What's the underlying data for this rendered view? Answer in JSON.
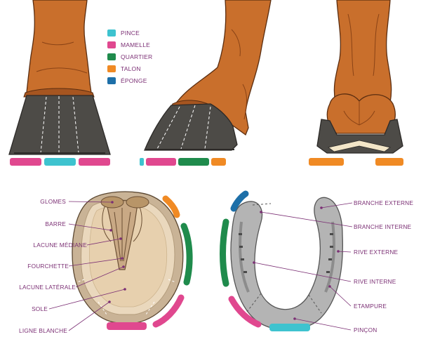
{
  "legend": [
    {
      "label": "PINCE",
      "color": "#3ec3cf"
    },
    {
      "label": "MAMELLE",
      "color": "#e0488f"
    },
    {
      "label": "QUARTIER",
      "color": "#1f8b4c"
    },
    {
      "label": "TALON",
      "color": "#f08a24"
    },
    {
      "label": "ÉPONGE",
      "color": "#1d6fa8"
    }
  ],
  "sole_labels": {
    "glomes": "GLOMES",
    "barre": "BARRE",
    "lacune_mediane": "LACUNE MÉDIANE",
    "fourchette": "FOURCHETTE",
    "lacune_laterale": "LACUNE LATÉRALE",
    "sole": "SOLE",
    "ligne_blanche": "LIGNE BLANCHE"
  },
  "shoe_labels": {
    "branche_externe": "BRANCHE EXTERNE",
    "branche_interne": "BRANCHE INTERNE",
    "rive_externe": "RIVE EXTERNE",
    "rive_interne": "RIVE INTERNE",
    "etampure": "ETAMPURE",
    "pincon": "PINÇON"
  },
  "colors": {
    "label": "#7b2f74",
    "leader": "#7b2f74",
    "coat": "#c96f2c",
    "coat_dark": "#8a4316",
    "hoof_wall": "#4d4b47",
    "shoe": "#b4b4b4",
    "sole": "#e9d5b8",
    "frog": "#c9a985"
  }
}
